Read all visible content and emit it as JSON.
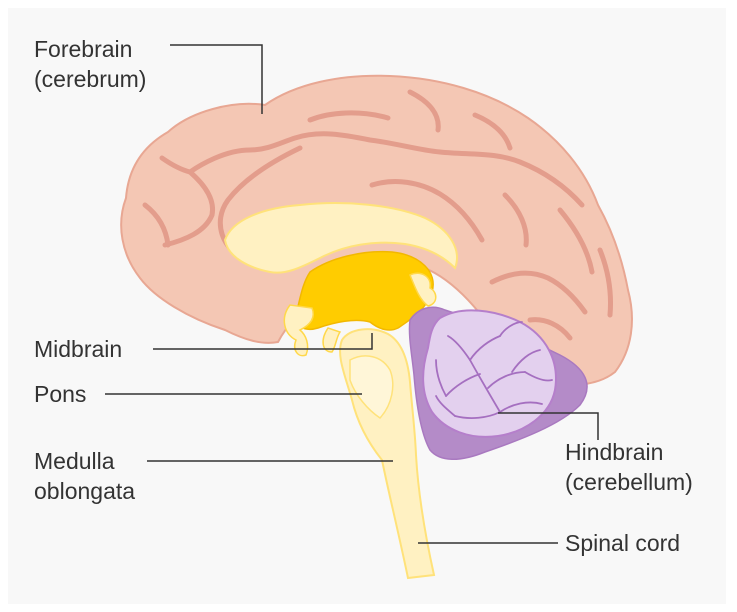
{
  "labels": {
    "forebrain": [
      "Forebrain",
      "(cerebrum)"
    ],
    "midbrain": "Midbrain",
    "pons": "Pons",
    "medulla": [
      "Medulla",
      "oblongata"
    ],
    "hindbrain": [
      "Hindbrain",
      "(cerebellum)"
    ],
    "spinal_cord": "Spinal cord"
  },
  "colors": {
    "background": "#f8f8f8",
    "cerebrum": "#f4c7b4",
    "cerebrum_outline": "#e8a793",
    "sulci": "#e39d8c",
    "brainstem": "#fff1c2",
    "brainstem_outline": "#ffe27a",
    "midbrain_core": "#ffcc00",
    "cerebellum": "#e3d0ee",
    "cerebellum_outline": "#b57fcb",
    "cerebellum_dark": "#b48bc8",
    "leader_line": "#333333",
    "text": "#333333"
  }
}
